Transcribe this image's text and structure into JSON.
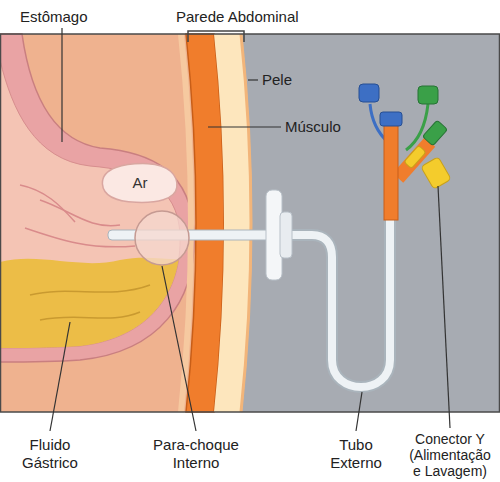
{
  "diagram": {
    "nodes": [
      {
        "text": [
          "Ar"
        ]
      }
    ],
    "labels": [
      "Estômago",
      "Parede Abdominal",
      "Pele",
      "Músculo",
      "Fluido Gástrico",
      "Para-choque Interno",
      "Tubo Externo",
      "Conector Y (Alimentação e Lavagem)"
    ]
  }
}
